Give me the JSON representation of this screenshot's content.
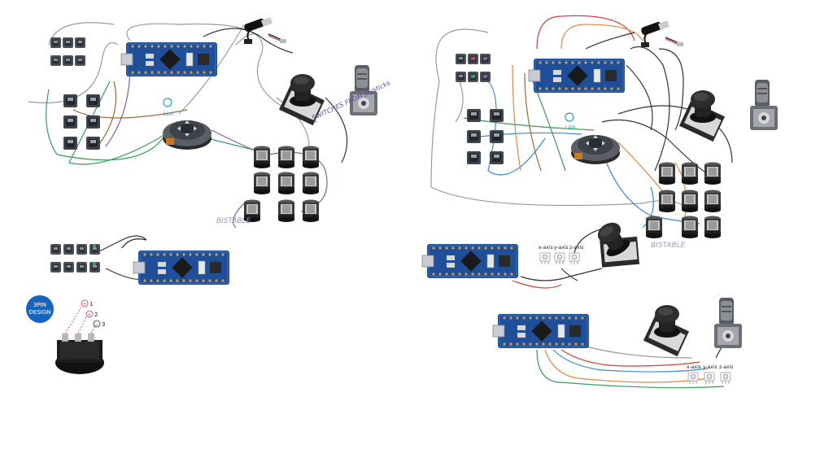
{
  "left_panel": {
    "annotation_switches": "SWITCHES FROM joysticks",
    "annotation_bistable": "BISTABLE",
    "badge_text_line1": "3PIN",
    "badge_text_line2": "DESIGN",
    "pin_labels": [
      "1",
      "2",
      "3"
    ],
    "hat_logo": "Lion"
  },
  "right_panel": {
    "annotation_bistable": "BISTABLE",
    "axis_labels_upper": [
      "x-axis",
      "y-axis",
      "z-axis"
    ],
    "axis_labels_lower": [
      "x-axis",
      "y-axis",
      "z-axis"
    ],
    "hat_logo": "Lion"
  },
  "colors": {
    "pcb": "#1f4f9a",
    "wire_green": "#3a9a5a",
    "wire_gray": "#9a9a9a",
    "wire_brown": "#9b6a3a",
    "wire_purple": "#8a5aa8",
    "wire_orange": "#e08a4a",
    "wire_blue": "#3a8ad0",
    "wire_black": "#222222",
    "wire_red": "#d04040",
    "badge": "#1565c0"
  }
}
